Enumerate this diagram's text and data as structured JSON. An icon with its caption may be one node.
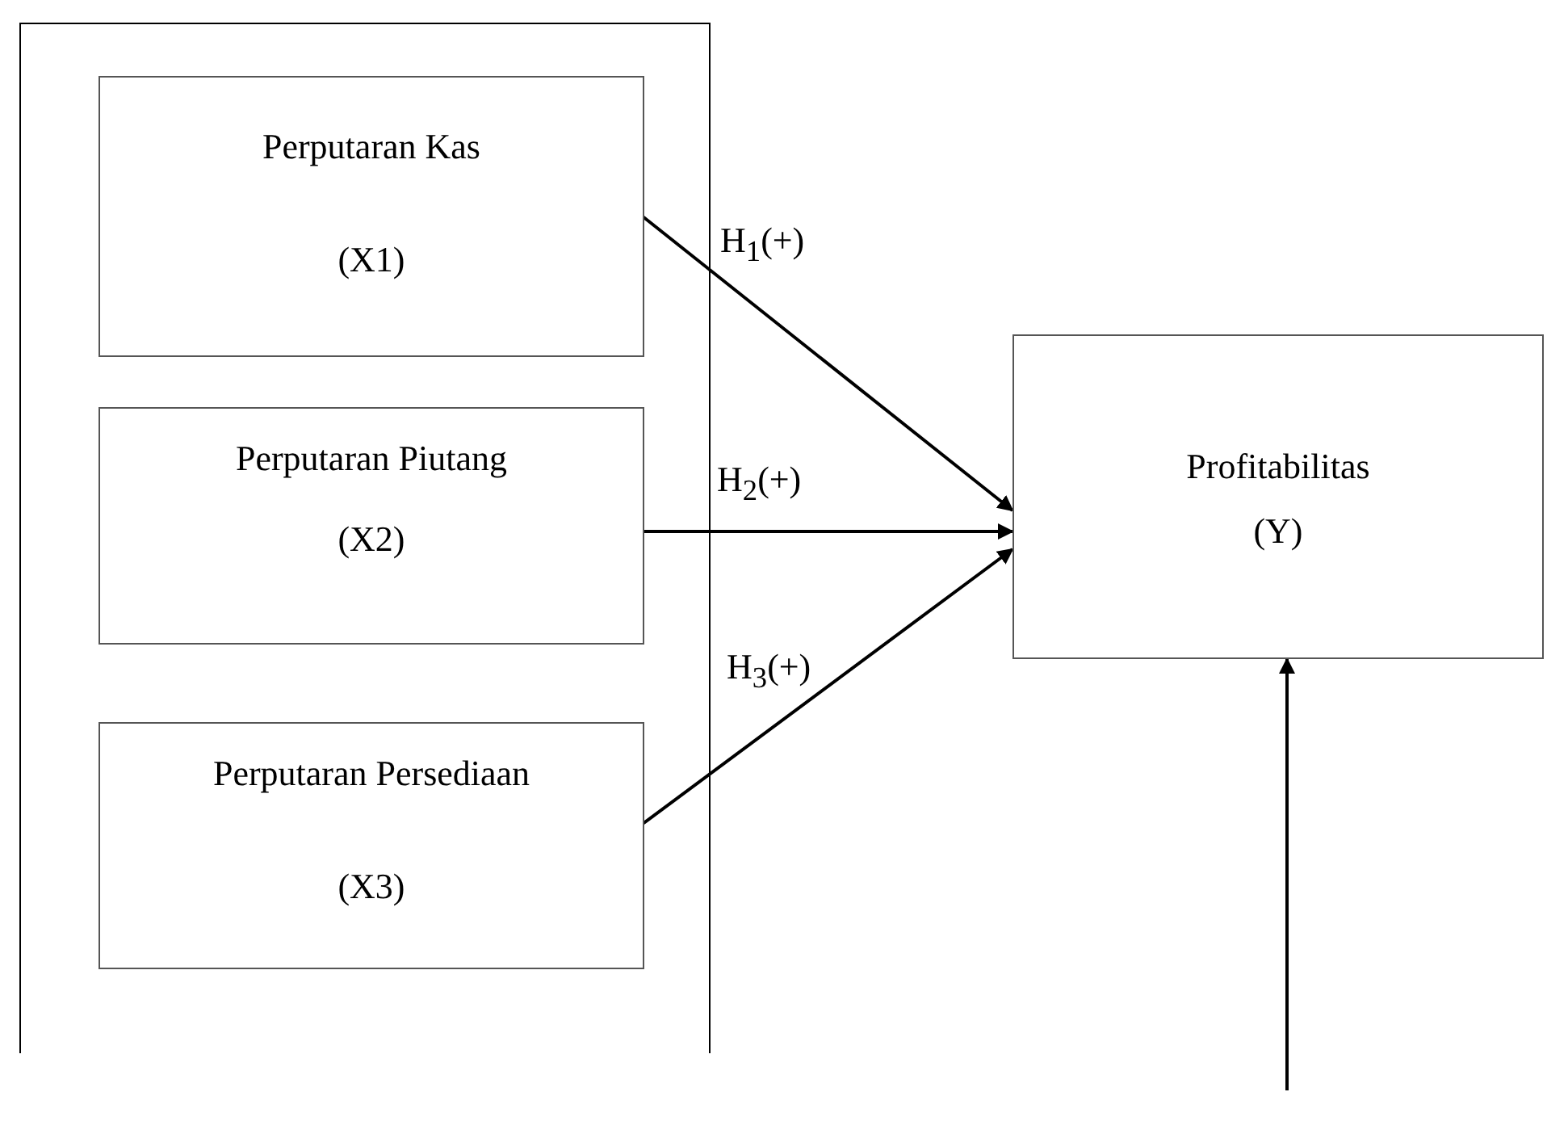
{
  "diagram": {
    "nodes": [
      {
        "text": [],
        "shape": "box"
      },
      {
        "text": [
          "Perputaran Kas",
          "(X1)"
        ],
        "in": 0
      },
      {
        "text": [
          "Perputaran Piutang",
          "(X2)"
        ],
        "in": 0
      },
      {
        "text": [
          "Perputaran Persediaan",
          "(X3)"
        ],
        "in": 0
      },
      {
        "text": [
          "Profitabilitas",
          "(Y)"
        ]
      }
    ],
    "edges": [
      {
        "from": 1,
        "to": 4,
        "arrow": "to",
        "label": "H$_{1}$(+)"
      },
      {
        "from": 2,
        "to": 4,
        "arrow": "to",
        "label": "H$_{2}$(+)"
      },
      {
        "from": 3,
        "to": 4,
        "arrow": "to",
        "label": "H$_{3}$(+)"
      },
      {
        "from": null,
        "to": 4,
        "arrow": "to"
      }
    ]
  }
}
